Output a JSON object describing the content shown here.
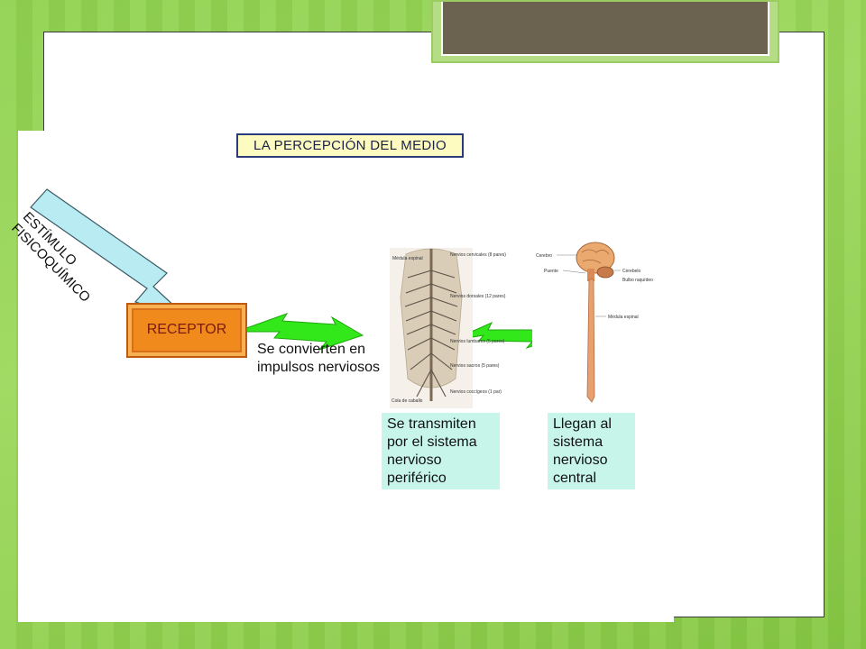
{
  "slide": {
    "title": "LA PERCEPCIÓN DEL MEDIO"
  },
  "stimulus": {
    "line1": "ESTÍMULO",
    "line2": "FISICOQUÍMICO"
  },
  "receptor": {
    "label": "RECEPTOR"
  },
  "step1": {
    "line1": "Se convierten en",
    "line2": "impulsos nerviosos"
  },
  "step2": {
    "line1": "Se transmiten",
    "line2": "por el sistema",
    "line3": "nervioso",
    "line4": "periférico"
  },
  "step3": {
    "line1": "Llegan al",
    "line2": "sistema",
    "line3": "nervioso",
    "line4": "central"
  },
  "peripheral_figure_labels": {
    "medula": "Médula espinal",
    "cervicales": "Nervios cervicales (8 pares)",
    "dorsales": "Nervios dorsales (12 pares)",
    "lumbares": "Nervios lumbares (5 pares)",
    "sacros": "Nervios sacros (5 pares)",
    "coccigeos": "Nervios coccígeos (1 par)",
    "cola": "Cola de caballo"
  },
  "central_figure_labels": {
    "cerebro": "Cerebro",
    "puente": "Puente",
    "cerebelo": "Cerebelo",
    "bulbo": "Bulbo raquídeo",
    "medula": "Médula espinal"
  },
  "colors": {
    "background": "#8fd14f",
    "receptor_fill": "#f08a1c",
    "caption_box": "#c7f5ea",
    "arrow": "#33e81a",
    "title_box": "#fdfbc0"
  }
}
